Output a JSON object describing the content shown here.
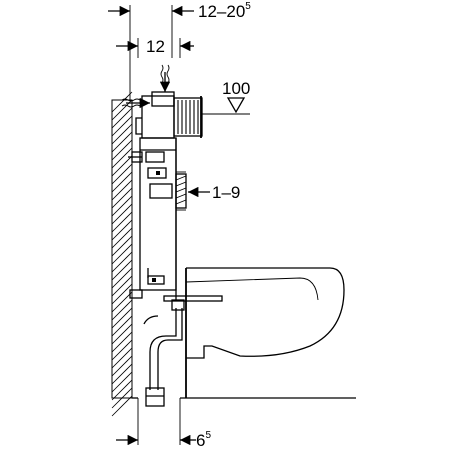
{
  "dimensions": {
    "top_range": {
      "base": "12–20",
      "sup": "5"
    },
    "top_inner": {
      "text": "12"
    },
    "level": {
      "text": "100"
    },
    "adjust": {
      "text": "1–9"
    },
    "bottom": {
      "base": "6",
      "sup": "5"
    }
  }
}
